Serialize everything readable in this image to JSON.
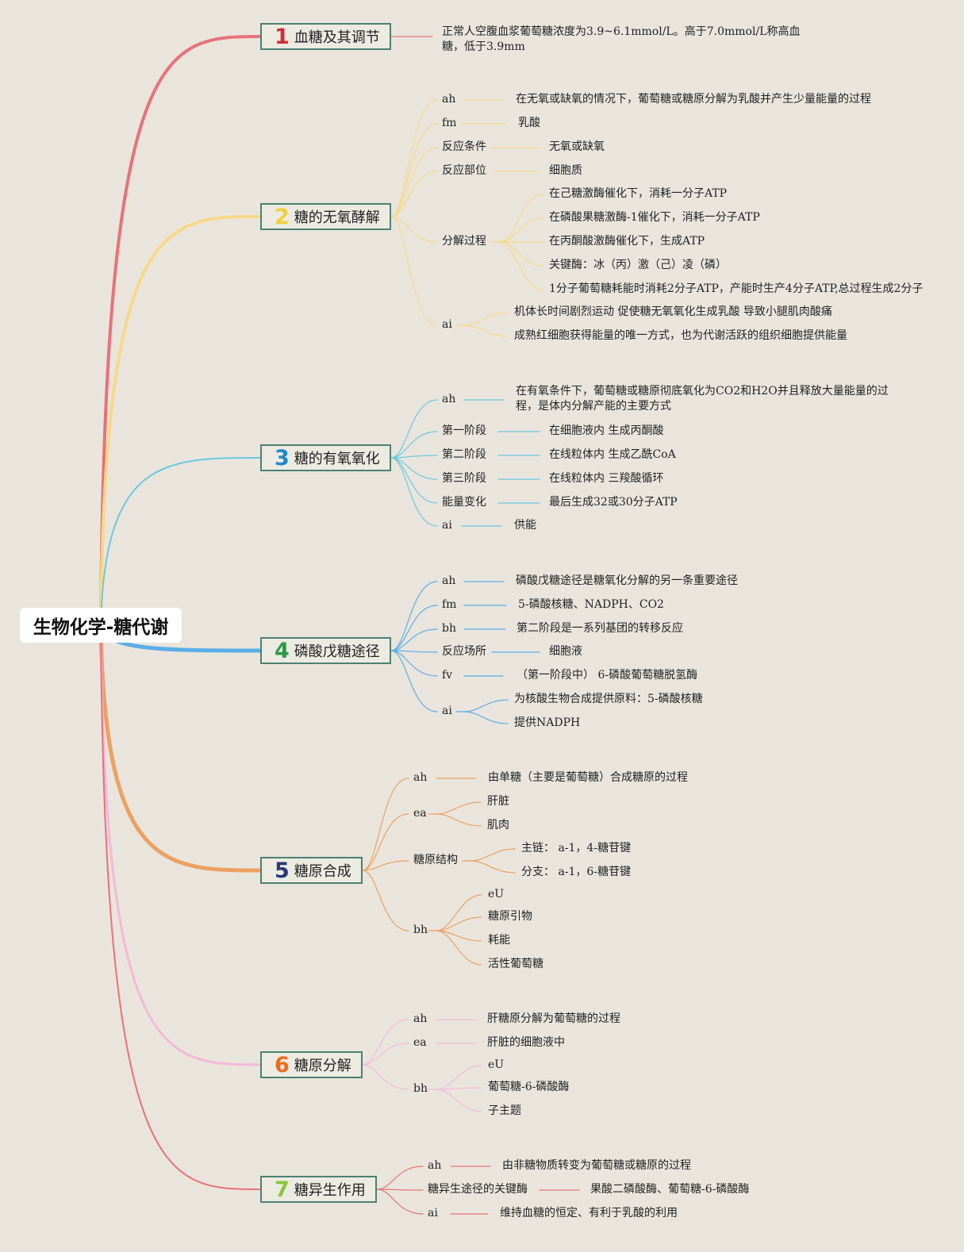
{
  "title": "生物化学-糖代谢",
  "colors": {
    "t1": "#e8717a",
    "t2": "#f8d888",
    "t3": "#6ac8e0",
    "t4": "#5aade8",
    "t5": "#eda062",
    "t6": "#f5b8d8",
    "t7": "#e8717a",
    "num1": "#d42a3c",
    "num2": "#f0d03a",
    "num3": "#1e88cc",
    "num4": "#2e9a44",
    "num5": "#243a7a",
    "num6": "#f06a1c",
    "num7": "#8cc63e",
    "border": "#4c8070"
  },
  "topics": [
    {
      "num": "1",
      "title": "血糖及其调节",
      "children": [
        {
          "label": "正常人空腹血浆葡萄糖浓度为3.9~6.1mmol/L。高于7.0mmol/L称高血糖，低于3.9mm",
          "children": []
        }
      ]
    },
    {
      "num": "2",
      "title": "糖的无氧酵解",
      "children": [
        {
          "label": "ah",
          "children": [
            {
              "label": "在无氧或缺氧的情况下，葡萄糖或糖原分解为乳酸并产生少量能量的过程"
            }
          ]
        },
        {
          "label": "fm",
          "children": [
            {
              "label": "乳酸"
            }
          ]
        },
        {
          "label": "反应条件",
          "children": [
            {
              "label": "无氧或缺氧"
            }
          ]
        },
        {
          "label": "反应部位",
          "children": [
            {
              "label": "细胞质"
            }
          ]
        },
        {
          "label": "分解过程",
          "children": [
            {
              "label": "在己糖激酶催化下，消耗一分子ATP"
            },
            {
              "label": "在磷酸果糖激酶-1催化下，消耗一分子ATP"
            },
            {
              "label": "在丙酮酸激酶催化下，生成ATP"
            },
            {
              "label": "关键酶：冰（丙）激（己）凌（磷）"
            },
            {
              "label": "1分子葡萄糖耗能时消耗2分子ATP，产能时生产4分子ATP,总过程生成2分子"
            }
          ]
        },
        {
          "label": "ai",
          "children": [
            {
              "label": "机体长时间剧烈运动 促使糖无氧氧化生成乳酸 导致小腿肌肉酸痛"
            },
            {
              "label": "成熟红细胞获得能量的唯一方式，也为代谢活跃的组织细胞提供能量"
            }
          ]
        }
      ]
    },
    {
      "num": "3",
      "title": "糖的有氧氧化",
      "children": [
        {
          "label": "ah",
          "children": [
            {
              "label": "在有氧条件下，葡萄糖或糖原彻底氧化为CO2和H2O并且释放大量能量的过程，是体内分解产能的主要方式"
            }
          ]
        },
        {
          "label": "第一阶段",
          "children": [
            {
              "label": "在细胞液内 生成丙酮酸"
            }
          ]
        },
        {
          "label": "第二阶段",
          "children": [
            {
              "label": "在线粒体内 生成乙酰CoA"
            }
          ]
        },
        {
          "label": "第三阶段",
          "children": [
            {
              "label": "在线粒体内 三羧酸循环"
            }
          ]
        },
        {
          "label": "能量变化",
          "children": [
            {
              "label": "最后生成32或30分子ATP"
            }
          ]
        },
        {
          "label": "ai",
          "children": [
            {
              "label": "供能"
            }
          ]
        }
      ]
    },
    {
      "num": "4",
      "title": "磷酸戊糖途径",
      "children": [
        {
          "label": "ah",
          "children": [
            {
              "label": "磷酸戊糖途径是糖氧化分解的另一条重要途径"
            }
          ]
        },
        {
          "label": "fm",
          "children": [
            {
              "label": "5-磷酸核糖、NADPH、CO2"
            }
          ]
        },
        {
          "label": "bh",
          "children": [
            {
              "label": "第二阶段是一系列基团的转移反应"
            }
          ]
        },
        {
          "label": "反应场所",
          "children": [
            {
              "label": "细胞液"
            }
          ]
        },
        {
          "label": "fv",
          "children": [
            {
              "label": "（第一阶段中） 6-磷酸葡萄糖脱氢酶"
            }
          ]
        },
        {
          "label": "ai",
          "children": [
            {
              "label": "为核酸生物合成提供原料：5-磷酸核糖"
            },
            {
              "label": "提供NADPH"
            }
          ]
        }
      ]
    },
    {
      "num": "5",
      "title": "糖原合成",
      "children": [
        {
          "label": "ah",
          "children": [
            {
              "label": "由单糖（主要是葡萄糖）合成糖原的过程"
            }
          ]
        },
        {
          "label": "ea",
          "children": [
            {
              "label": "肝脏"
            },
            {
              "label": "肌肉"
            }
          ]
        },
        {
          "label": "糖原结构",
          "children": [
            {
              "label": "主链： a-1，4-糖苷键"
            },
            {
              "label": "分支： a-1，6-糖苷键"
            }
          ]
        },
        {
          "label": "bh",
          "children": [
            {
              "label": "eU"
            },
            {
              "label": "糖原引物"
            },
            {
              "label": "耗能"
            },
            {
              "label": "活性葡萄糖"
            }
          ]
        }
      ]
    },
    {
      "num": "6",
      "title": "糖原分解",
      "children": [
        {
          "label": "ah",
          "children": [
            {
              "label": "肝糖原分解为葡萄糖的过程"
            }
          ]
        },
        {
          "label": "ea",
          "children": [
            {
              "label": "肝脏的细胞液中"
            }
          ]
        },
        {
          "label": "bh",
          "children": [
            {
              "label": "eU"
            },
            {
              "label": "葡萄糖-6-磷酸酶"
            },
            {
              "label": "子主题"
            }
          ]
        }
      ]
    },
    {
      "num": "7",
      "title": "糖异生作用",
      "children": [
        {
          "label": "ah",
          "children": [
            {
              "label": "由非糖物质转变为葡萄糖或糖原的过程"
            }
          ]
        },
        {
          "label": "糖异生途径的关键酶",
          "children": [
            {
              "label": "果酸二磷酸酶、葡萄糖-6-磷酸酶"
            }
          ]
        },
        {
          "label": "ai",
          "children": [
            {
              "label": "维持血糖的恒定、有利于乳酸的利用"
            }
          ]
        }
      ]
    }
  ]
}
